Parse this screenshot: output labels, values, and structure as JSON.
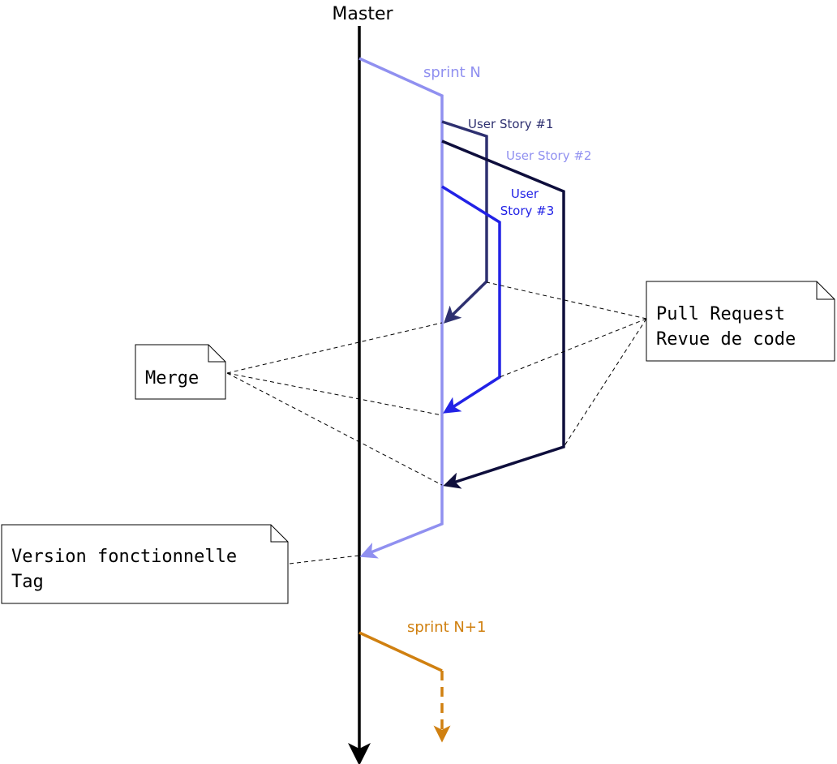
{
  "master": {
    "label": "Master",
    "color": "#000000"
  },
  "sprint_n": {
    "label": "sprint N",
    "color": "#9090f0"
  },
  "stories": [
    {
      "label": "User Story #1",
      "color": "#2e3070"
    },
    {
      "label": "User Story #2",
      "color": "#0e0e3c",
      "label_color": "#9090f0"
    },
    {
      "label_line1": "User",
      "label_line2": "Story #3",
      "color": "#2222e6"
    }
  ],
  "sprint_n1": {
    "label": "sprint N+1",
    "color": "#d08010"
  },
  "notes": {
    "merge": "Merge",
    "pull_request_line1": "Pull Request",
    "pull_request_line2": "Revue de code",
    "version_line1": "Version fonctionnelle",
    "version_line2": "Tag"
  }
}
